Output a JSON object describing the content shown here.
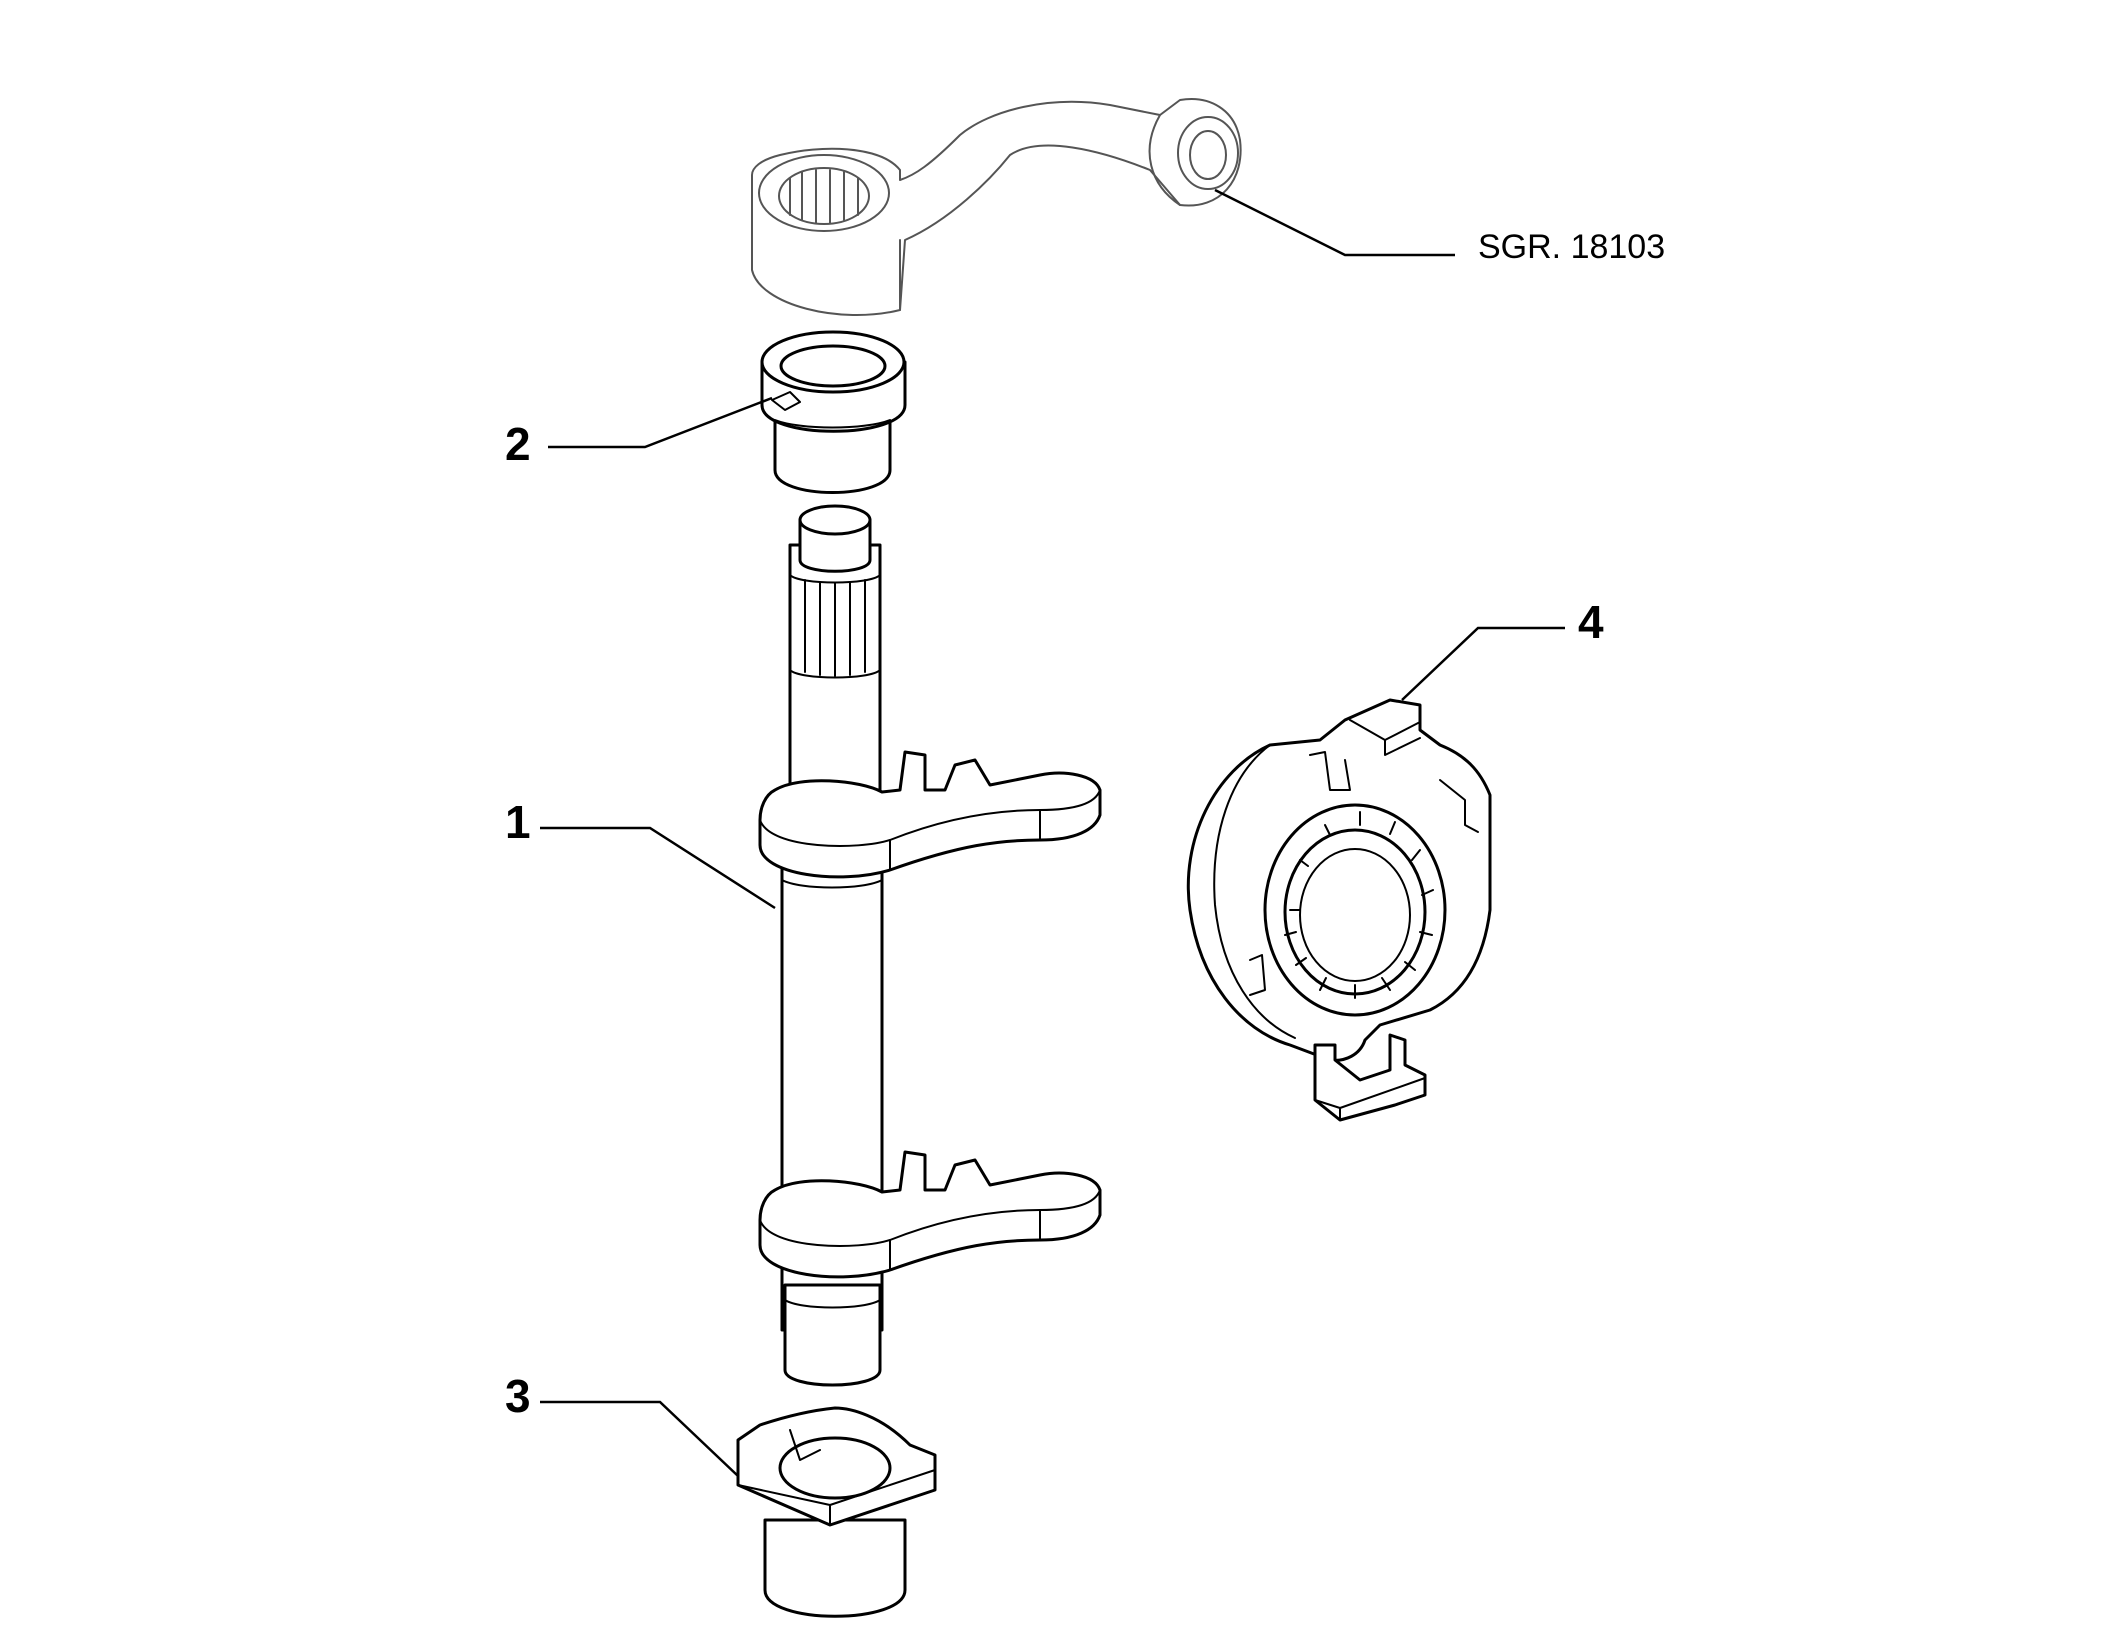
{
  "callouts": {
    "c1": "1",
    "c2": "2",
    "c3": "3",
    "c4": "4"
  },
  "reference": {
    "lever": "SGR. 18103"
  }
}
